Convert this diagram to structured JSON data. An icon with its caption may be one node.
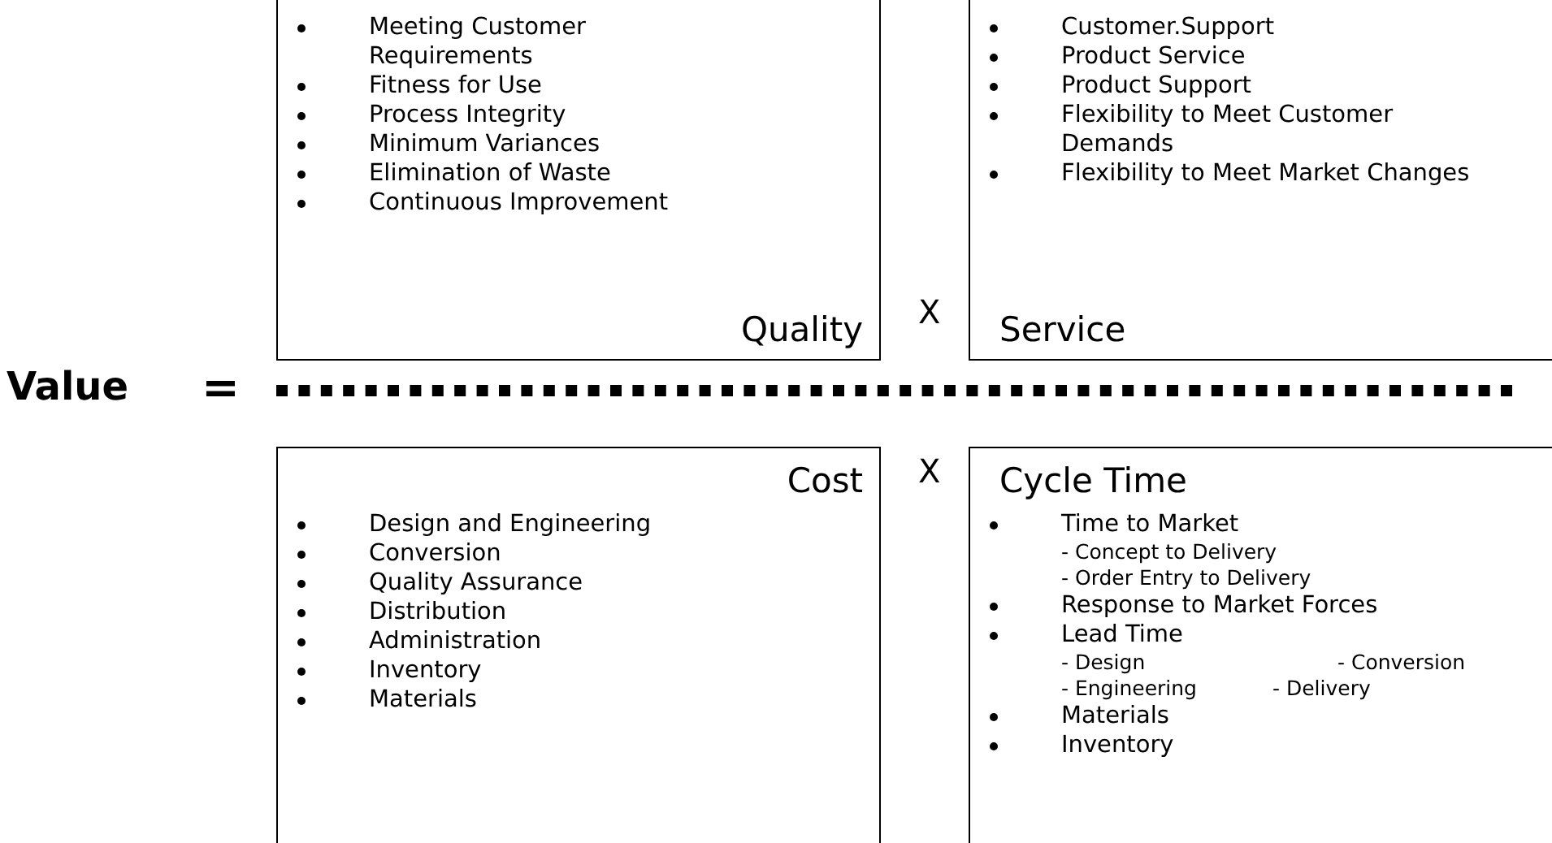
{
  "diagram": {
    "nodes": [
      {
        "text": [
          "Meeting Customer Requirements",
          "Fitness for Use",
          "Process Integrity",
          "Minimum Variances",
          "Elimination of Waste",
          "Continuous Improvement",
          "Quality"
        ]
      },
      {
        "text": [
          "Customer.Support",
          "Product Service",
          "Product Support",
          "Flexibility to Meet Customer Demands",
          "Flexibility to Meet Market Changes",
          "Service"
        ]
      },
      {
        "text": [
          "Cost",
          "Design and Engineering",
          "Conversion",
          "Quality Assurance",
          "Distribution",
          "Administration",
          "Inventory",
          "Materials"
        ]
      },
      {
        "text": [
          "Cycle Time",
          "Time to Market",
          "- Concept to Delivery",
          "- Order Entry to Delivery",
          "Response to Market Forces",
          "Lead Time",
          "- Design",
          "- Conversion",
          "- Engineering",
          "- Delivery",
          "Materials",
          "Inventory"
        ]
      }
    ],
    "labels": [
      "Value",
      "=",
      "X",
      "X"
    ]
  }
}
